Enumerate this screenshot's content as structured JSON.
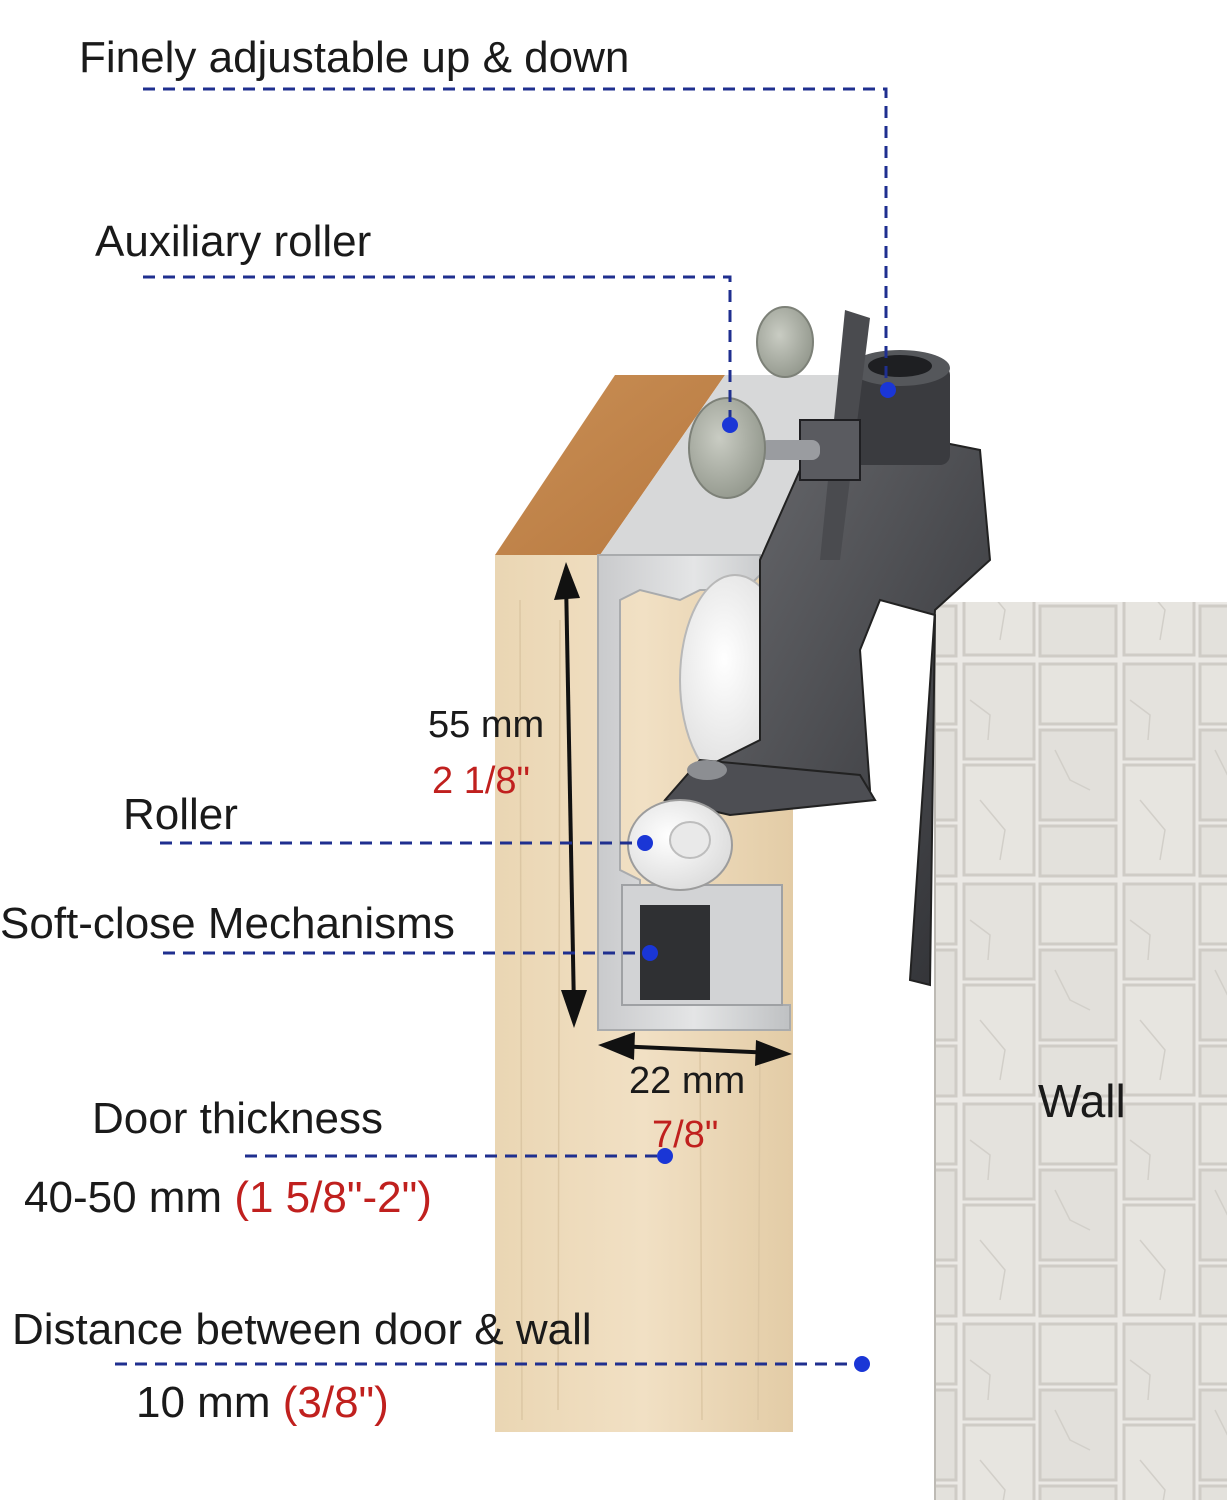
{
  "colors": {
    "callout_line": "#1f2f8f",
    "callout_dot": "#1a36d6",
    "imperial_text": "#c0201e",
    "label_text": "#1a1a1a",
    "wood": "#e8d2ae",
    "aluminum": "#d9dadb",
    "wall_stone": "#e9e7e3"
  },
  "labels": {
    "finely_adjustable": "Finely adjustable up & down",
    "auxiliary_roller": "Auxiliary roller",
    "roller": "Roller",
    "soft_close": "Soft-close Mechanisms",
    "door_thickness": "Door thickness",
    "door_thickness_mm": "40-50 mm",
    "door_thickness_in": "(1 5/8\"-2\")",
    "distance": "Distance between door & wall",
    "distance_mm": "10 mm",
    "distance_in": "(3/8\")",
    "wall": "Wall"
  },
  "dimensions": {
    "height_mm": "55 mm",
    "height_in": "2 1/8\"",
    "width_mm": "22 mm",
    "width_in": "7/8\""
  }
}
